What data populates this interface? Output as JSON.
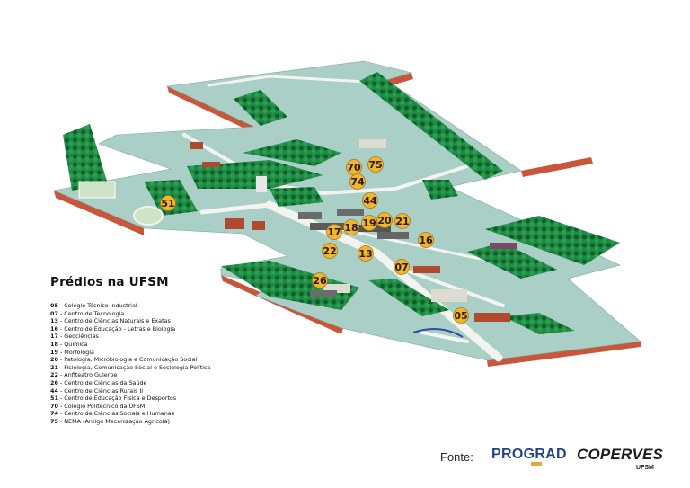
{
  "colors": {
    "ground": "#a9cfc6",
    "ground_edge": "#c8563a",
    "road": "#f2f2ee",
    "tree": "#1a7a3a",
    "marker": "#f0b62e",
    "building_red": "#b04a2e",
    "building_grey": "#6b6b6b"
  },
  "legend": {
    "title": "Prédios na UFSM",
    "items": [
      {
        "code": "05",
        "name": "Colégio Técnico Industrial"
      },
      {
        "code": "07",
        "name": "Centro de Tecnologia"
      },
      {
        "code": "13",
        "name": "Centro de Ciências Naturais e Exatas"
      },
      {
        "code": "16",
        "name": "Centro de Educação - Letras e Biologia"
      },
      {
        "code": "17",
        "name": "Geociências"
      },
      {
        "code": "18",
        "name": "Química"
      },
      {
        "code": "19",
        "name": "Morfologia"
      },
      {
        "code": "20",
        "name": "Patologia, Microbiologia e Comunicação Social"
      },
      {
        "code": "21",
        "name": "Fisiologia, Comunicação Social e Sociologia Política"
      },
      {
        "code": "22",
        "name": "Anfiteatro Gulerpe"
      },
      {
        "code": "26",
        "name": "Centro de Ciências da Saúde"
      },
      {
        "code": "44",
        "name": "Centro de Ciências Rurais II"
      },
      {
        "code": "51",
        "name": "Centro de Educação Física e Desportos"
      },
      {
        "code": "70",
        "name": "Colégio Politécnico da UFSM"
      },
      {
        "code": "74",
        "name": "Centro de Ciências Sociais e Humanas"
      },
      {
        "code": "75",
        "name": "NEMA (Antigo Mecanização Agrícola)"
      }
    ]
  },
  "markers": [
    {
      "label": "70"
    },
    {
      "label": "75"
    },
    {
      "label": "74"
    },
    {
      "label": "44"
    },
    {
      "label": "51"
    },
    {
      "label": "17"
    },
    {
      "label": "18"
    },
    {
      "label": "19"
    },
    {
      "label": "20"
    },
    {
      "label": "21"
    },
    {
      "label": "16"
    },
    {
      "label": "22"
    },
    {
      "label": "13"
    },
    {
      "label": "07"
    },
    {
      "label": "26"
    },
    {
      "label": "05"
    }
  ],
  "footer": {
    "source_label": "Fonte:",
    "logo_prograd": "PROGRAD",
    "logo_coperves": "COPERVES",
    "logo_ufsm": "UFSM"
  }
}
